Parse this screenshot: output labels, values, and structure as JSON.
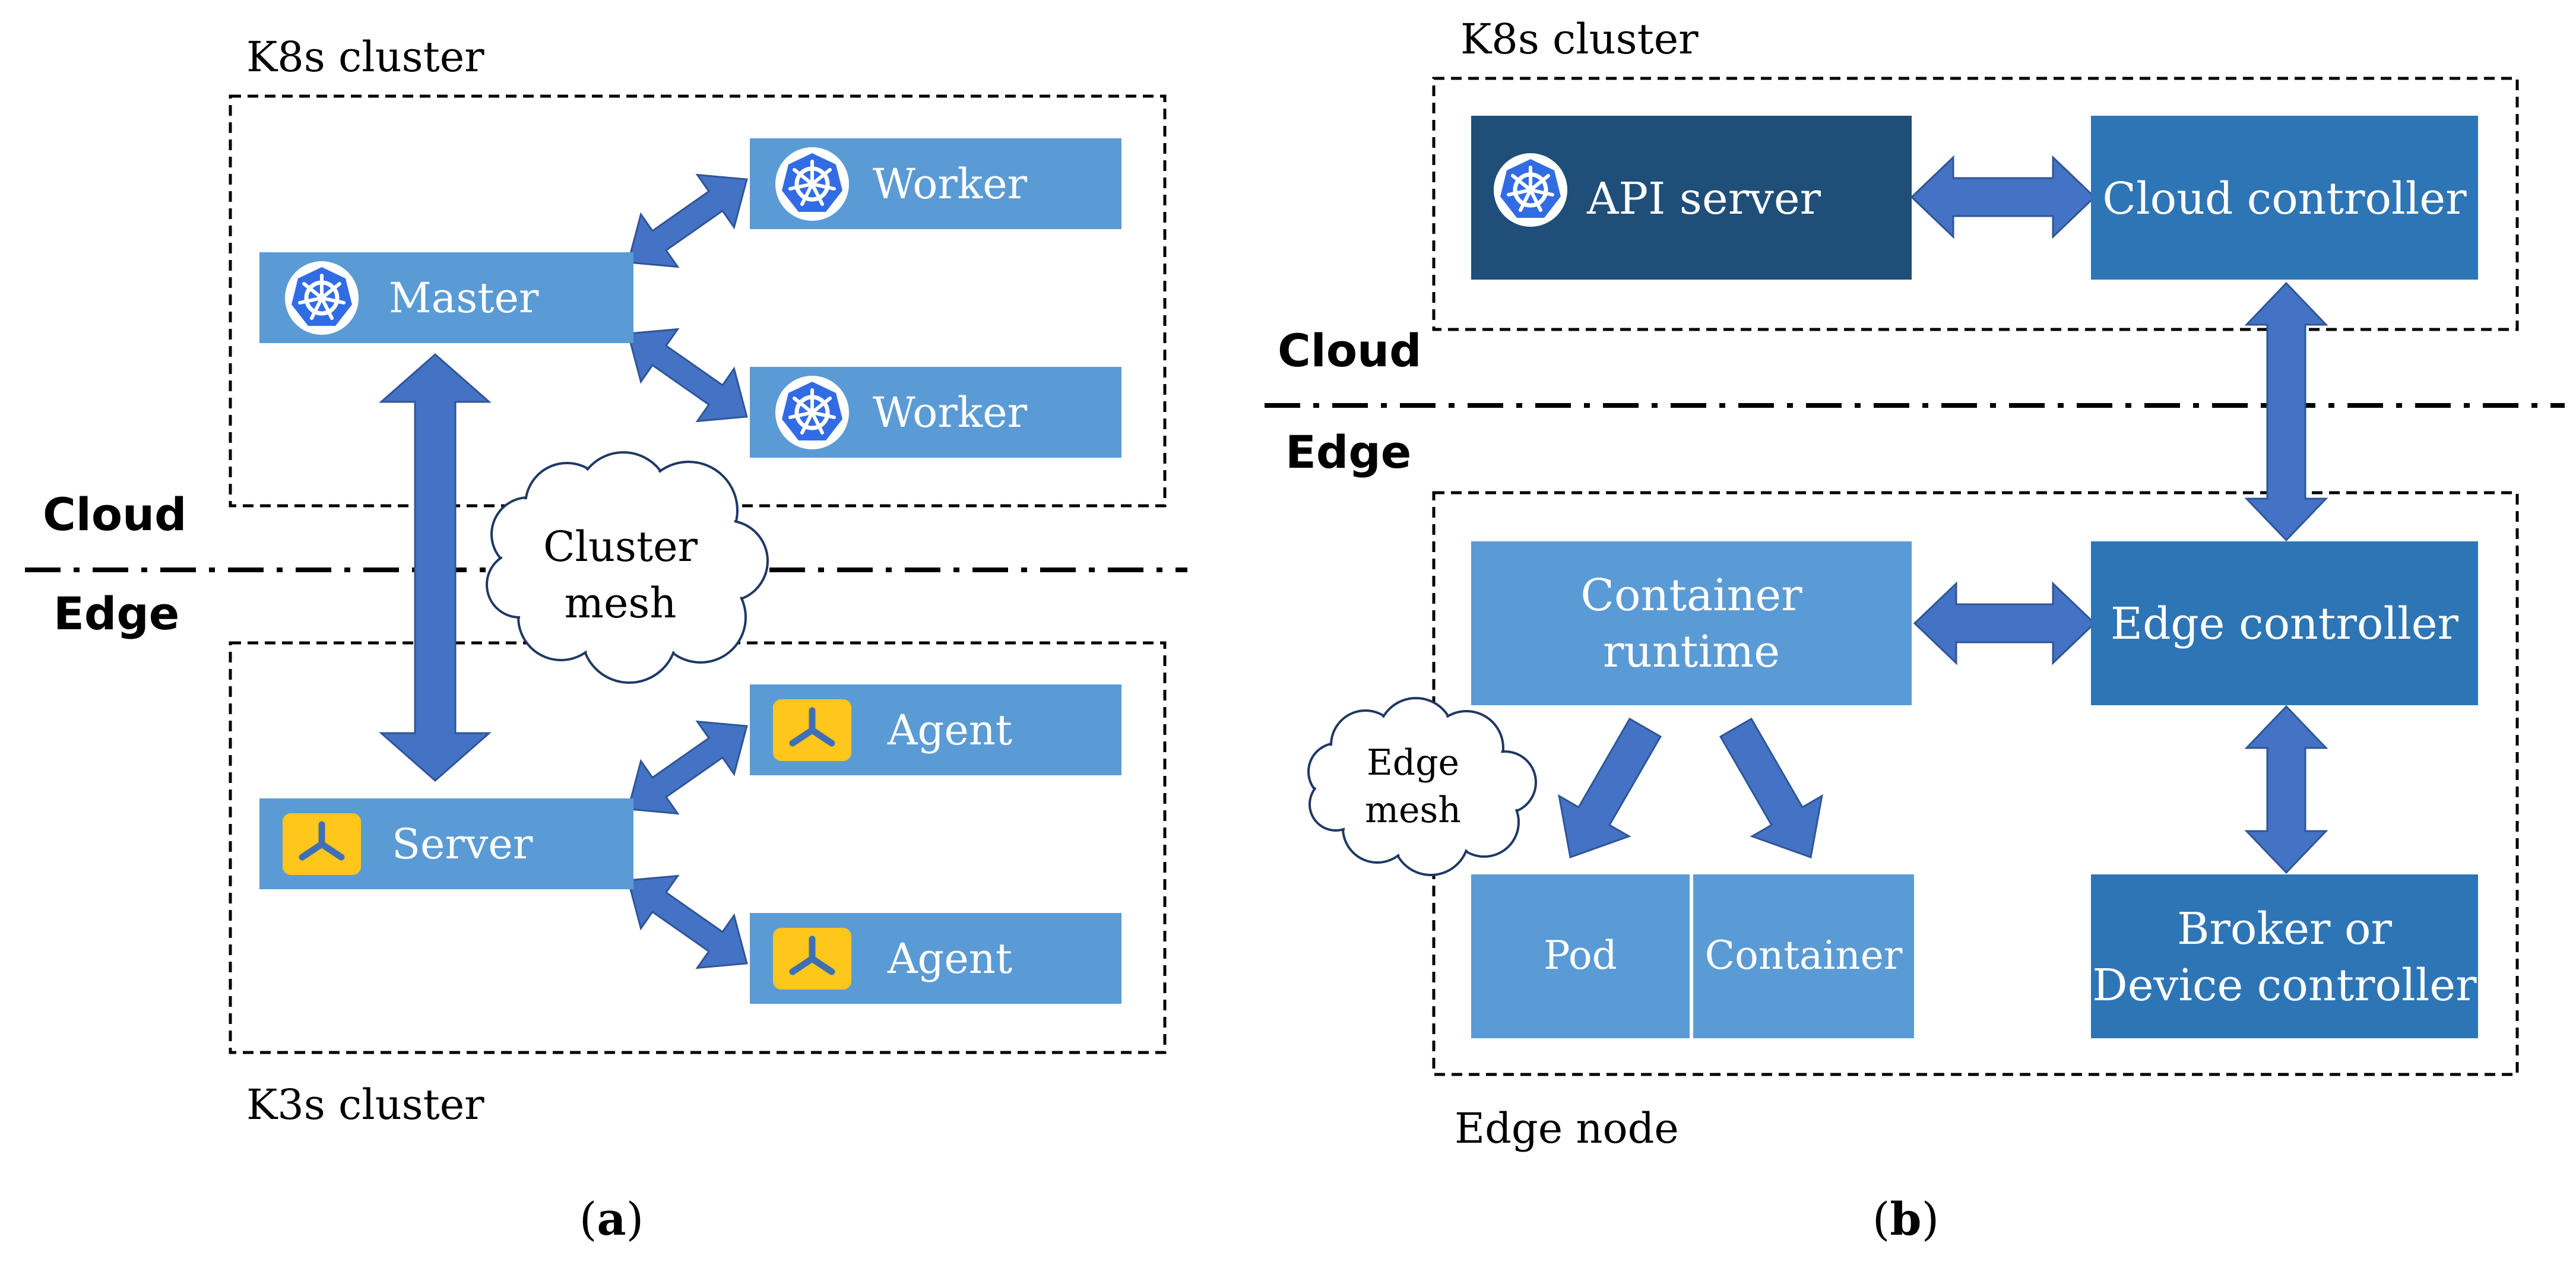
{
  "panel_a": {
    "cloud_cluster_label": "K8s cluster",
    "edge_cluster_label": "K3s cluster",
    "cloud_zone": "Cloud",
    "edge_zone": "Edge",
    "master": "Master",
    "worker_1": "Worker",
    "worker_2": "Worker",
    "server": "Server",
    "agent_1": "Agent",
    "agent_2": "Agent",
    "mesh_line1": "Cluster",
    "mesh_line2": "mesh",
    "caption_open": "(",
    "caption_letter": "a",
    "caption_close": ")"
  },
  "panel_b": {
    "cloud_cluster_label": "K8s cluster",
    "edge_node_label": "Edge node",
    "cloud_zone": "Cloud",
    "edge_zone": "Edge",
    "api_server": "API server",
    "cloud_controller": "Cloud controller",
    "container_runtime_line1": "Container",
    "container_runtime_line2": "runtime",
    "edge_controller": "Edge controller",
    "pod": "Pod",
    "container": "Container",
    "broker_line1": "Broker or",
    "broker_line2": "Device controller",
    "mesh_line1": "Edge",
    "mesh_line2": "mesh",
    "caption_open": "(",
    "caption_letter": "b",
    "caption_close": ")"
  },
  "colors": {
    "box_light": "#5b9bd5",
    "box_mid": "#2e75b6",
    "box_dark": "#1f4e79",
    "arrow": "#4472c4",
    "arrow_stroke": "#2f5597",
    "k8s_icon": "#326ce5",
    "k3s_icon": "#ffc61c"
  },
  "icons": {
    "k8s": "kubernetes-helm-wheel-icon",
    "k3s": "k3s-logo-icon"
  }
}
